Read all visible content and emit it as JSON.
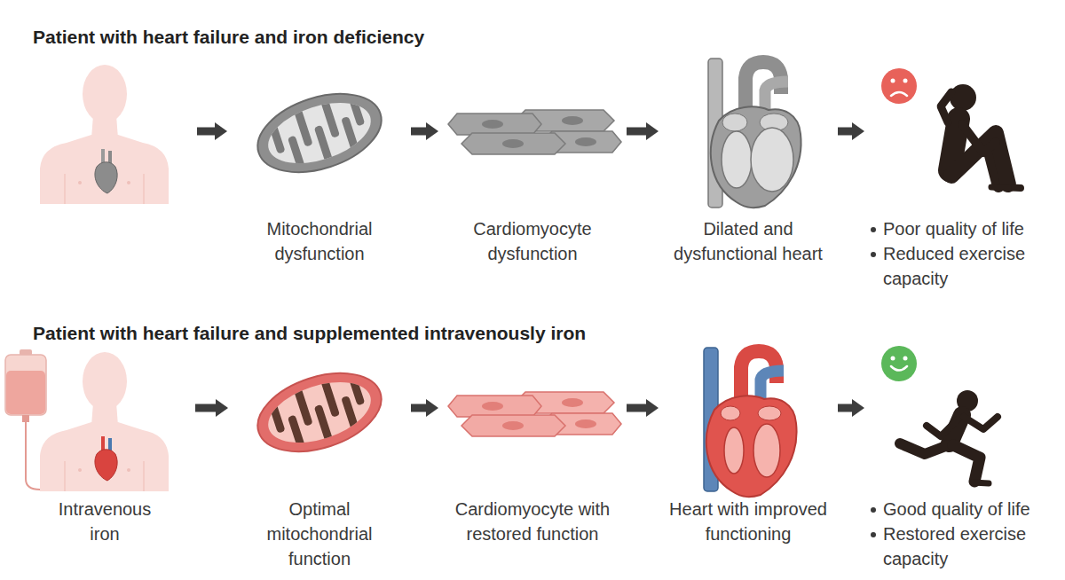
{
  "diagram": {
    "nodes": [
      {
        "text": [
          "Mitochondrial dysfunction"
        ]
      },
      {
        "text": [
          "Cardiomyocyte dysfunction"
        ]
      },
      {
        "text": [
          "Dilated and dysfunctional heart"
        ]
      },
      {
        "text": [
          "Poor quality of life",
          "Reduced exercise capacity"
        ]
      },
      {
        "text": [
          "Intravenous iron"
        ]
      },
      {
        "text": [
          "Optimal mitochondrial function"
        ]
      },
      {
        "text": [
          "Cardiomyocyte with restored function"
        ]
      },
      {
        "text": [
          "Heart with improved functioning"
        ]
      },
      {
        "text": [
          "Good quality of life",
          "Restored exercise capacity"
        ]
      }
    ],
    "edges": [
      {
        "from": 0,
        "to": 1,
        "arrow": "to"
      },
      {
        "from": 1,
        "to": 2,
        "arrow": "to"
      },
      {
        "from": 2,
        "to": 3,
        "arrow": "to"
      },
      {
        "from": 4,
        "to": 5,
        "arrow": "to"
      },
      {
        "from": 5,
        "to": 6,
        "arrow": "to"
      },
      {
        "from": 6,
        "to": 7,
        "arrow": "to"
      },
      {
        "from": 7,
        "to": 8,
        "arrow": "to"
      }
    ],
    "labels": [
      "Patient with heart failure and iron deficiency",
      "Patient with heart failure and supplemented intravenously iron"
    ]
  }
}
